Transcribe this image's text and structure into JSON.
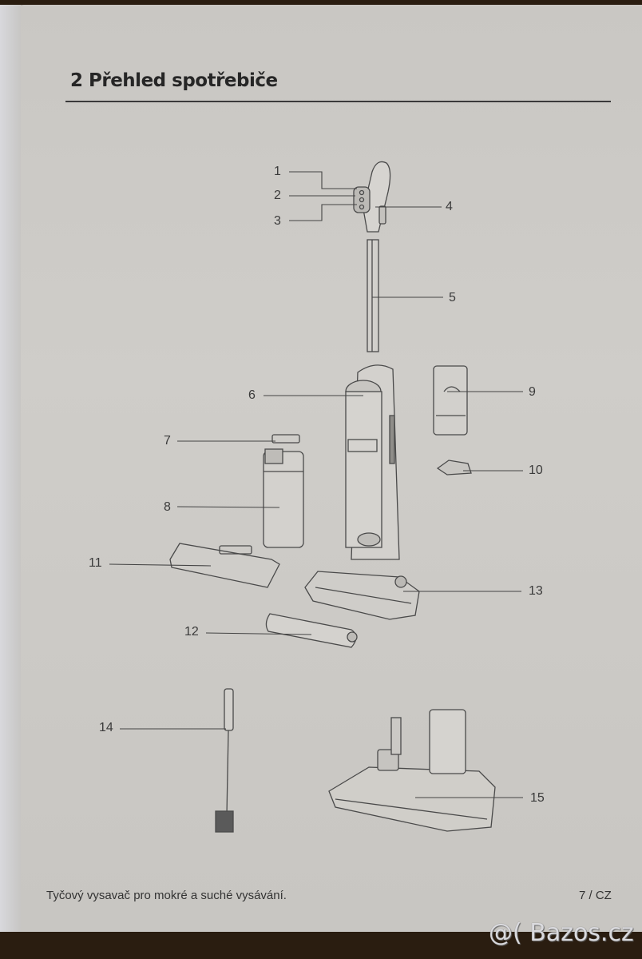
{
  "page": {
    "section_title": "2 Přehled spotřebiče",
    "footer_text": "Tyčový vysavač pro mokré a suché vysávání.",
    "page_number": "7 / CZ",
    "watermark": "@( Bazos.cz"
  },
  "diagram": {
    "callouts": [
      {
        "label": "1"
      },
      {
        "label": "2"
      },
      {
        "label": "3"
      },
      {
        "label": "4"
      },
      {
        "label": "5"
      },
      {
        "label": "6"
      },
      {
        "label": "7"
      },
      {
        "label": "8"
      },
      {
        "label": "9"
      },
      {
        "label": "10"
      },
      {
        "label": "11"
      },
      {
        "label": "12"
      },
      {
        "label": "13"
      },
      {
        "label": "14"
      },
      {
        "label": "15"
      }
    ]
  },
  "colors": {
    "paper": "#cbc9c5",
    "ink": "#3b3b3b",
    "background": "#2a1d10"
  }
}
